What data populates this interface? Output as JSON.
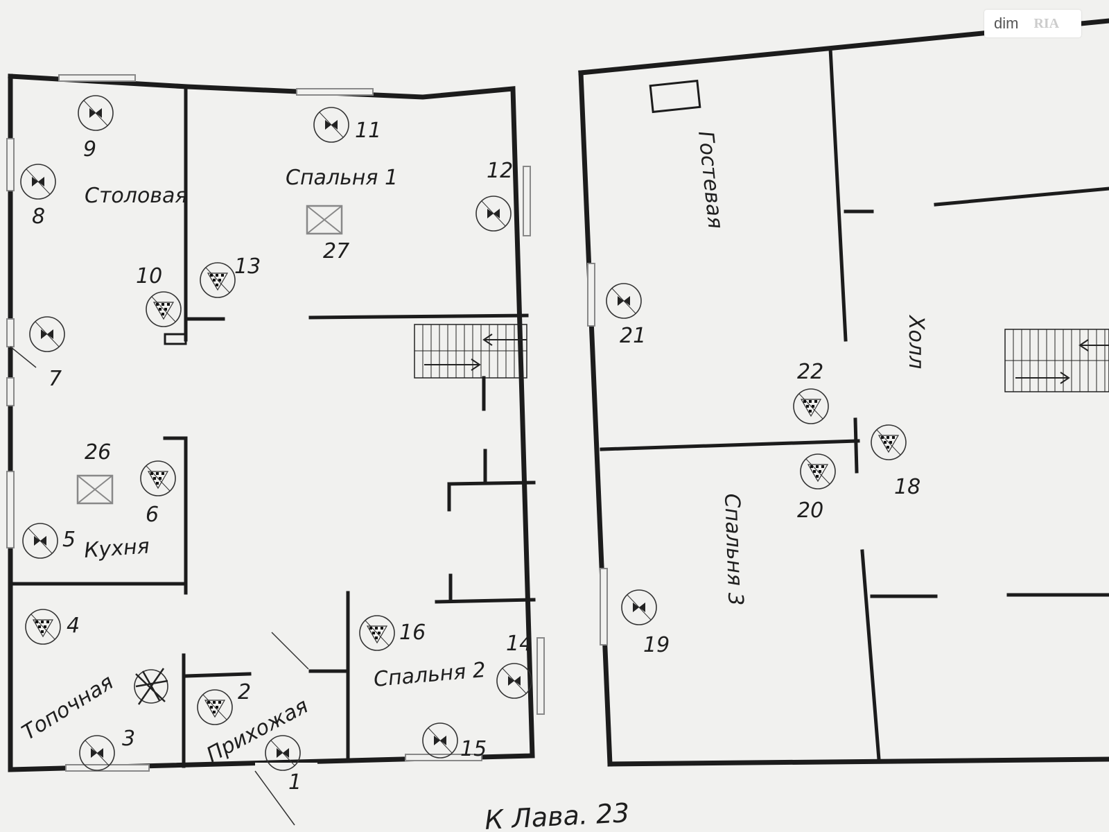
{
  "watermark": {
    "brand_left": "dim",
    "brand_right": "RIA"
  },
  "rooms": {
    "stolovaya": "Столовая",
    "spalnya1": "Спальня 1",
    "kukhnya": "Кухня",
    "topochnaya": "Топочная",
    "prikhozhaya": "Прихожая",
    "spalnya2": "Спальня 2",
    "gostevaya": "Гостевая",
    "spalnya3": "Спальня 3",
    "kholl": "Холл"
  },
  "points": {
    "p1": "1",
    "p2": "2",
    "p3": "3",
    "p4": "4",
    "p5": "5",
    "p6": "6",
    "p7": "7",
    "p8": "8",
    "p9": "9",
    "p10": "10",
    "p11": "11",
    "p12": "12",
    "p13": "13",
    "p14": "14",
    "p15": "15",
    "p16": "16",
    "p18": "18",
    "p19": "19",
    "p20": "20",
    "p21": "21",
    "p22": "22",
    "p26": "26",
    "p27": "27"
  },
  "footer": {
    "address_note": "К Лава. 23"
  },
  "symbols": {
    "speaker": "speaker-icon",
    "detector": "smoke-detector-icon",
    "box": "crossed-box-icon"
  }
}
